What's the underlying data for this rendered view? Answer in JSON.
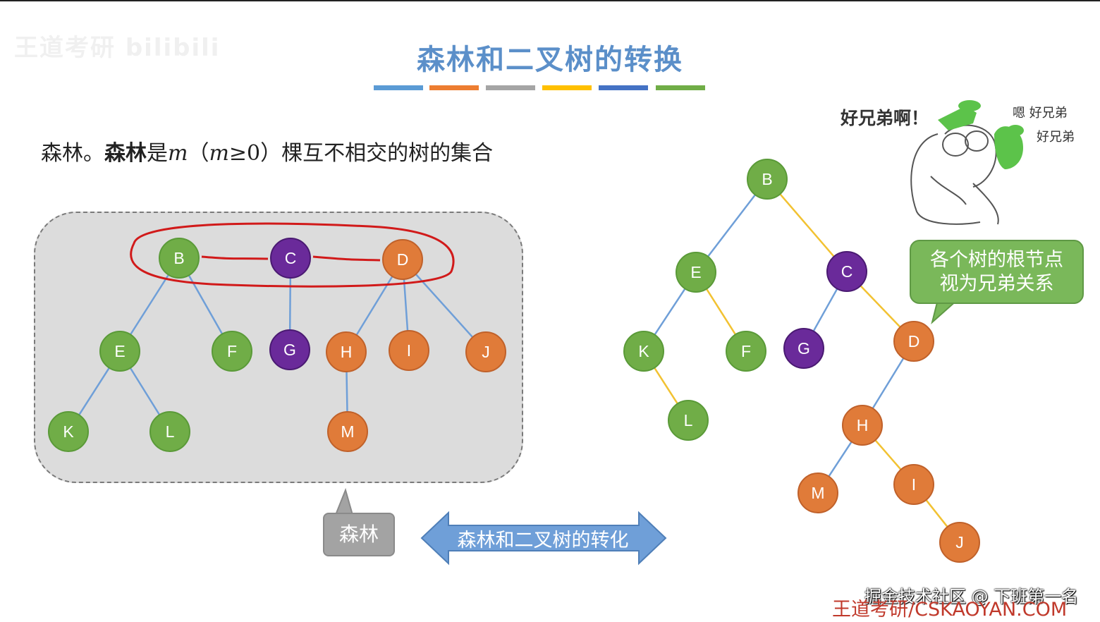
{
  "title": "森林和二叉树的转换",
  "definition": {
    "lead": "森林。",
    "bold_term": "森林",
    "is": "是",
    "var_m": "m",
    "paren_open": "（",
    "cond_var": "m",
    "cond_rest": "≥0",
    "paren_close": "）",
    "rest": "棵互不相交的树的集合"
  },
  "title_bar_colors": [
    "#5b9bd5",
    "#ed7d31",
    "#a5a5a5",
    "#ffc000",
    "#4472c4",
    "#70ad47"
  ],
  "colors": {
    "green": "#70ad47",
    "purple": "#6a2a9a",
    "orange": "#e07b39",
    "edge_blue": "#6f9fd8",
    "edge_yellow": "#f2c232",
    "red_ink": "#d11a1a",
    "forest_bg": "#dcdcdc"
  },
  "forest": {
    "nodes": [
      {
        "id": "B",
        "color": "green"
      },
      {
        "id": "C",
        "color": "purple"
      },
      {
        "id": "D",
        "color": "orange"
      },
      {
        "id": "E",
        "color": "green"
      },
      {
        "id": "F",
        "color": "green"
      },
      {
        "id": "G",
        "color": "purple"
      },
      {
        "id": "H",
        "color": "orange"
      },
      {
        "id": "I",
        "color": "orange"
      },
      {
        "id": "J",
        "color": "orange"
      },
      {
        "id": "K",
        "color": "green"
      },
      {
        "id": "L",
        "color": "green"
      },
      {
        "id": "M",
        "color": "orange"
      }
    ],
    "edges": [
      [
        "B",
        "E"
      ],
      [
        "B",
        "F"
      ],
      [
        "C",
        "G"
      ],
      [
        "D",
        "H"
      ],
      [
        "D",
        "I"
      ],
      [
        "D",
        "J"
      ],
      [
        "E",
        "K"
      ],
      [
        "E",
        "L"
      ],
      [
        "H",
        "M"
      ]
    ],
    "sibling_links": [
      [
        "B",
        "C"
      ],
      [
        "C",
        "D"
      ]
    ]
  },
  "binary_tree": {
    "nodes": [
      {
        "id": "B",
        "color": "green"
      },
      {
        "id": "E",
        "color": "green"
      },
      {
        "id": "C",
        "color": "purple"
      },
      {
        "id": "K",
        "color": "green"
      },
      {
        "id": "F",
        "color": "green"
      },
      {
        "id": "G",
        "color": "purple"
      },
      {
        "id": "D",
        "color": "orange"
      },
      {
        "id": "L",
        "color": "green"
      },
      {
        "id": "H",
        "color": "orange"
      },
      {
        "id": "M",
        "color": "orange"
      },
      {
        "id": "I",
        "color": "orange"
      },
      {
        "id": "J",
        "color": "orange"
      }
    ],
    "edges": [
      {
        "from": "B",
        "to": "E",
        "kind": "left"
      },
      {
        "from": "B",
        "to": "C",
        "kind": "right"
      },
      {
        "from": "E",
        "to": "K",
        "kind": "left"
      },
      {
        "from": "E",
        "to": "F",
        "kind": "right"
      },
      {
        "from": "K",
        "to": "L",
        "kind": "right"
      },
      {
        "from": "C",
        "to": "G",
        "kind": "left"
      },
      {
        "from": "C",
        "to": "D",
        "kind": "right"
      },
      {
        "from": "D",
        "to": "H",
        "kind": "left"
      },
      {
        "from": "H",
        "to": "M",
        "kind": "left"
      },
      {
        "from": "H",
        "to": "I",
        "kind": "right"
      },
      {
        "from": "I",
        "to": "J",
        "kind": "right"
      }
    ]
  },
  "callouts": {
    "forest_label": "森林",
    "root_note_line1": "各个树的根节点",
    "root_note_line2": "视为兄弟关系",
    "conversion_arrow": "森林和二叉树的转化"
  },
  "meme": {
    "main": "好兄弟啊！",
    "side_a": "嗯 好兄弟",
    "side_b": "好兄弟"
  },
  "watermarks": {
    "top_left": "王道考研 bilibili",
    "community": "掘金技术社区 @ 下班第一名",
    "site": "王道考研/CSKAOYAN.COM"
  }
}
